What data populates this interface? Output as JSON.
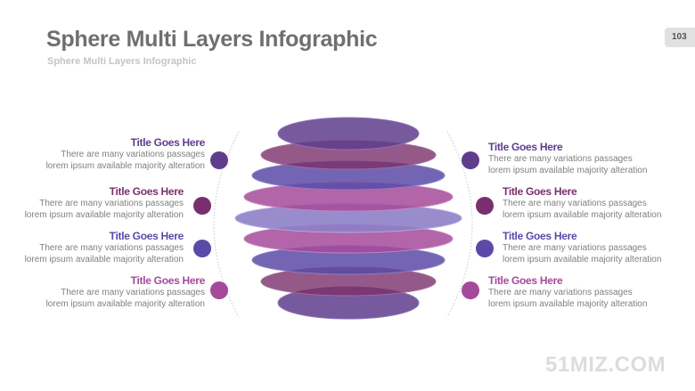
{
  "header": {
    "title": "Sphere Multi Layers Infographic",
    "subtitle": "Sphere Multi Layers Infographic",
    "page_number": "103"
  },
  "watermark": "51MIZ.COM",
  "colors": {
    "dark_purple": "#5f3d8c",
    "plum": "#7a2f6c",
    "violet": "#5b4aa6",
    "magenta": "#a54a9a"
  },
  "items_left": [
    {
      "title": "Title Goes Here",
      "line1": "There are many  variations passages",
      "line2": "lorem ipsum available  majority alteration",
      "color": "#5f3d8c"
    },
    {
      "title": "Title Goes Here",
      "line1": "There are many  variations passages",
      "line2": "lorem ipsum available  majority alteration",
      "color": "#7a2f6c"
    },
    {
      "title": "Title Goes Here",
      "line1": "There are many  variations passages",
      "line2": "lorem ipsum available  majority alteration",
      "color": "#5b4aa6"
    },
    {
      "title": "Title Goes Here",
      "line1": "There are many  variations passages",
      "line2": "lorem ipsum available  majority alteration",
      "color": "#a54a9a"
    }
  ],
  "items_right": [
    {
      "title": "Title Goes Here",
      "line1": "There are many  variations passages",
      "line2": "lorem ipsum available  majority alteration",
      "color": "#5f3d8c"
    },
    {
      "title": "Title Goes Here",
      "line1": "There are many  variations passages",
      "line2": "lorem ipsum available  majority alteration",
      "color": "#7a2f6c"
    },
    {
      "title": "Title Goes Here",
      "line1": "There are many  variations passages",
      "line2": "lorem ipsum available  majority alteration",
      "color": "#5b4aa6"
    },
    {
      "title": "Title Goes Here",
      "line1": "There are many  variations passages",
      "line2": "lorem ipsum available  majority alteration",
      "color": "#a54a9a"
    }
  ]
}
